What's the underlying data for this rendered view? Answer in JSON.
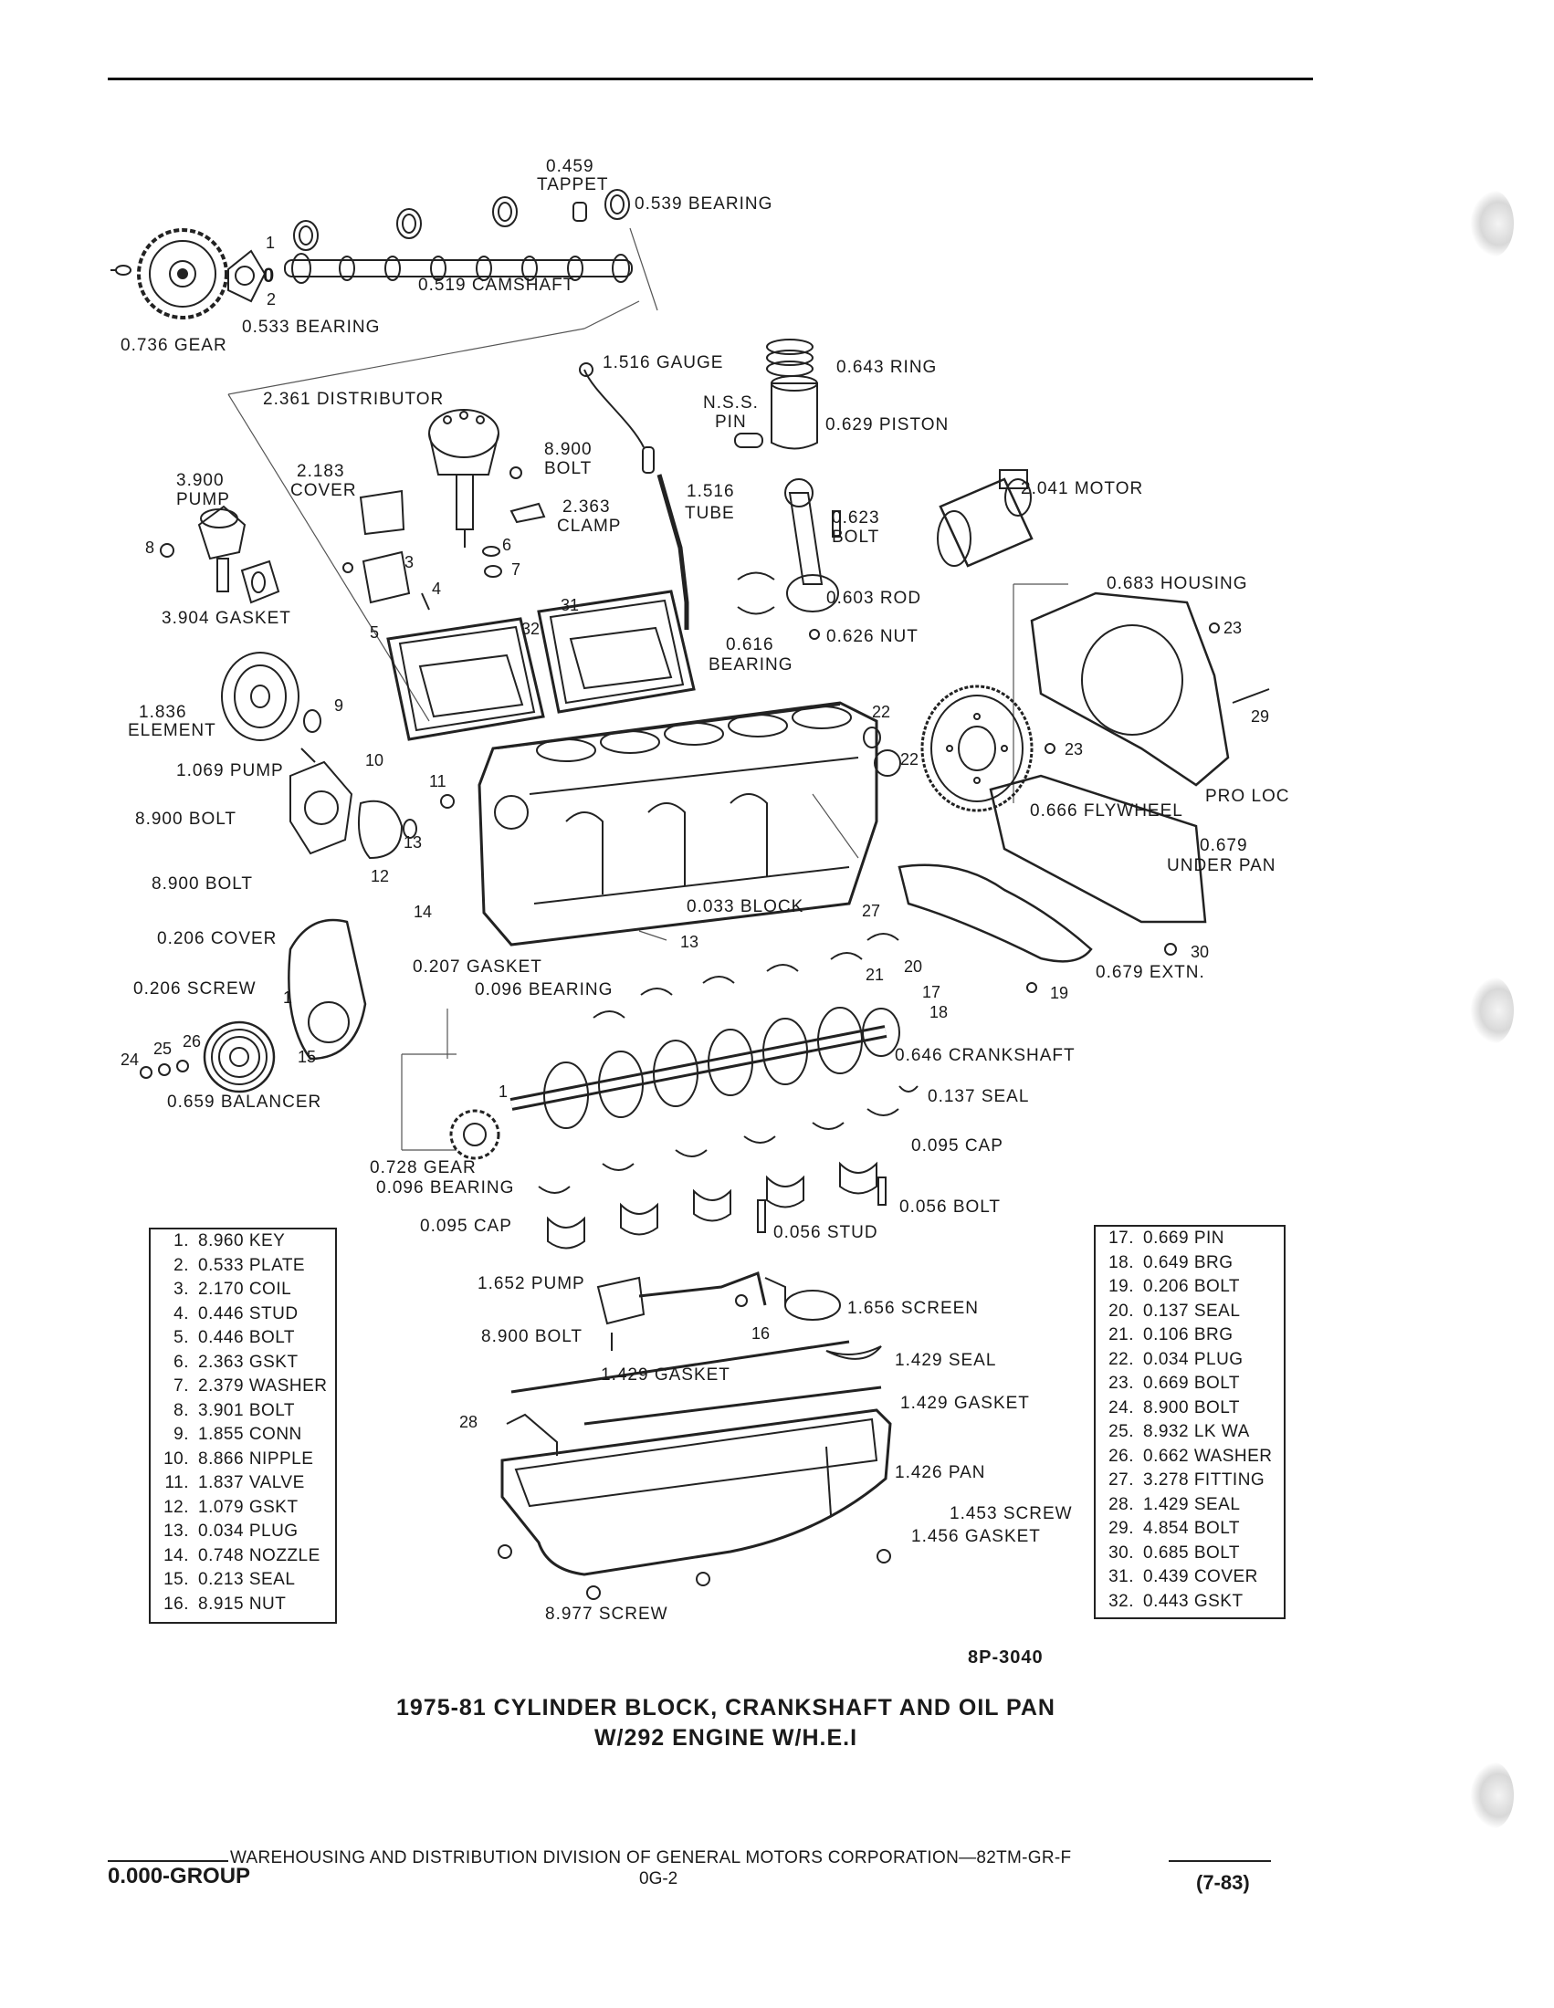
{
  "callouts": [
    {
      "id": "c1",
      "text": "0.459"
    },
    {
      "id": "c2",
      "text": "TAPPET"
    },
    {
      "id": "c3",
      "text": "0.539  BEARING"
    },
    {
      "id": "c4",
      "text": "0.519  CAMSHAFT"
    },
    {
      "id": "c5",
      "text": "0.533  BEARING"
    },
    {
      "id": "c6",
      "text": "0.736  GEAR"
    },
    {
      "id": "c7",
      "text": "1.516  GAUGE"
    },
    {
      "id": "c8",
      "text": "0.643  RING"
    },
    {
      "id": "c9",
      "text": "2.361  DISTRIBUTOR"
    },
    {
      "id": "c10",
      "text": "N.S.S."
    },
    {
      "id": "c11",
      "text": "PIN"
    },
    {
      "id": "c12",
      "text": "0.629  PISTON"
    },
    {
      "id": "c13",
      "text": "8.900"
    },
    {
      "id": "c14",
      "text": "BOLT"
    },
    {
      "id": "c15",
      "text": "3.900"
    },
    {
      "id": "c16",
      "text": "PUMP"
    },
    {
      "id": "c17",
      "text": "2.183"
    },
    {
      "id": "c18",
      "text": "COVER"
    },
    {
      "id": "c19",
      "text": "2.363"
    },
    {
      "id": "c20",
      "text": "CLAMP"
    },
    {
      "id": "c21",
      "text": "1.516"
    },
    {
      "id": "c22",
      "text": "TUBE"
    },
    {
      "id": "c23",
      "text": "2.041  MOTOR"
    },
    {
      "id": "c24",
      "text": "0.623"
    },
    {
      "id": "c25",
      "text": "BOLT"
    },
    {
      "id": "c26",
      "text": "0.603  ROD"
    },
    {
      "id": "c27",
      "text": "0.683  HOUSING"
    },
    {
      "id": "c28",
      "text": "3.904  GASKET"
    },
    {
      "id": "c29",
      "text": "0.616"
    },
    {
      "id": "c30",
      "text": "BEARING"
    },
    {
      "id": "c31",
      "text": "0.626  NUT"
    },
    {
      "id": "c32",
      "text": "1.836"
    },
    {
      "id": "c33",
      "text": "ELEMENT"
    },
    {
      "id": "c34",
      "text": "1.069  PUMP"
    },
    {
      "id": "c35",
      "text": "8.900  BOLT"
    },
    {
      "id": "c36",
      "text": "0.666  FLYWHEEL"
    },
    {
      "id": "c37",
      "text": "PRO LOC"
    },
    {
      "id": "c38",
      "text": "0.679"
    },
    {
      "id": "c39",
      "text": "UNDER PAN"
    },
    {
      "id": "c40",
      "text": "8.900  BOLT"
    },
    {
      "id": "c41",
      "text": "0.033  BLOCK"
    },
    {
      "id": "c42",
      "text": "0.206  COVER"
    },
    {
      "id": "c43",
      "text": "0.207  GASKET"
    },
    {
      "id": "c44",
      "text": "0.096  BEARING"
    },
    {
      "id": "c45",
      "text": "0.679  EXTN."
    },
    {
      "id": "c46",
      "text": "0.206  SCREW"
    },
    {
      "id": "c47",
      "text": "0.646  CRANKSHAFT"
    },
    {
      "id": "c48",
      "text": "0.659  BALANCER"
    },
    {
      "id": "c49",
      "text": "0.137  SEAL"
    },
    {
      "id": "c50",
      "text": "0.728  GEAR"
    },
    {
      "id": "c51",
      "text": "0.096  BEARING"
    },
    {
      "id": "c52",
      "text": "0.095  CAP"
    },
    {
      "id": "c53",
      "text": "0.095  CAP"
    },
    {
      "id": "c54",
      "text": "0.056  BOLT"
    },
    {
      "id": "c55",
      "text": "0.056  STUD"
    },
    {
      "id": "c56",
      "text": "1.652  PUMP"
    },
    {
      "id": "c57",
      "text": "1.656  SCREEN"
    },
    {
      "id": "c58",
      "text": "8.900  BOLT"
    },
    {
      "id": "c59",
      "text": "1.429  SEAL"
    },
    {
      "id": "c60",
      "text": "1.429  GASKET"
    },
    {
      "id": "c61",
      "text": "1.429  GASKET"
    },
    {
      "id": "c62",
      "text": "1.426  PAN"
    },
    {
      "id": "c63",
      "text": "1.453  SCREW"
    },
    {
      "id": "c64",
      "text": "1.456  GASKET"
    },
    {
      "id": "c65",
      "text": "8.977  SCREW"
    }
  ],
  "item_numbers": [
    {
      "id": "n1",
      "text": "1"
    },
    {
      "id": "n2",
      "text": "0"
    },
    {
      "id": "n3",
      "text": "2"
    },
    {
      "id": "n4",
      "text": "8"
    },
    {
      "id": "n5",
      "text": "3"
    },
    {
      "id": "n6",
      "text": "4"
    },
    {
      "id": "n7",
      "text": "6"
    },
    {
      "id": "n8",
      "text": "7"
    },
    {
      "id": "n9",
      "text": "31"
    },
    {
      "id": "n10",
      "text": "32"
    },
    {
      "id": "n11",
      "text": "5"
    },
    {
      "id": "n12",
      "text": "9"
    },
    {
      "id": "n13",
      "text": "10"
    },
    {
      "id": "n14",
      "text": "11"
    },
    {
      "id": "n15",
      "text": "13"
    },
    {
      "id": "n16",
      "text": "12"
    },
    {
      "id": "n17",
      "text": "22"
    },
    {
      "id": "n18",
      "text": "22"
    },
    {
      "id": "n19",
      "text": "23"
    },
    {
      "id": "n20",
      "text": "29"
    },
    {
      "id": "n21",
      "text": "23"
    },
    {
      "id": "n22",
      "text": "14"
    },
    {
      "id": "n23",
      "text": "27"
    },
    {
      "id": "n24",
      "text": "13"
    },
    {
      "id": "n25",
      "text": "21"
    },
    {
      "id": "n26",
      "text": "20"
    },
    {
      "id": "n27",
      "text": "17"
    },
    {
      "id": "n28",
      "text": "18"
    },
    {
      "id": "n29",
      "text": "19"
    },
    {
      "id": "n30",
      "text": "30"
    },
    {
      "id": "n31",
      "text": "1"
    },
    {
      "id": "n32",
      "text": "26"
    },
    {
      "id": "n33",
      "text": "25"
    },
    {
      "id": "n34",
      "text": "24"
    },
    {
      "id": "n35",
      "text": "15"
    },
    {
      "id": "n36",
      "text": "1"
    },
    {
      "id": "n37",
      "text": "16"
    },
    {
      "id": "n38",
      "text": "28"
    }
  ],
  "legend_left": [
    {
      "n": "1.",
      "part": "8.960 KEY"
    },
    {
      "n": "2.",
      "part": "0.533 PLATE"
    },
    {
      "n": "3.",
      "part": "2.170 COIL"
    },
    {
      "n": "4.",
      "part": "0.446 STUD"
    },
    {
      "n": "5.",
      "part": "0.446 BOLT"
    },
    {
      "n": "6.",
      "part": "2.363 GSKT"
    },
    {
      "n": "7.",
      "part": "2.379 WASHER"
    },
    {
      "n": "8.",
      "part": "3.901 BOLT"
    },
    {
      "n": "9.",
      "part": "1.855 CONN"
    },
    {
      "n": "10.",
      "part": "8.866 NIPPLE"
    },
    {
      "n": "11.",
      "part": "1.837 VALVE"
    },
    {
      "n": "12.",
      "part": "1.079 GSKT"
    },
    {
      "n": "13.",
      "part": "0.034 PLUG"
    },
    {
      "n": "14.",
      "part": "0.748 NOZZLE"
    },
    {
      "n": "15.",
      "part": "0.213 SEAL"
    },
    {
      "n": "16.",
      "part": "8.915 NUT"
    }
  ],
  "legend_right": [
    {
      "n": "17.",
      "part": "0.669 PIN"
    },
    {
      "n": "18.",
      "part": "0.649 BRG"
    },
    {
      "n": "19.",
      "part": "0.206 BOLT"
    },
    {
      "n": "20.",
      "part": "0.137 SEAL"
    },
    {
      "n": "21.",
      "part": "0.106 BRG"
    },
    {
      "n": "22.",
      "part": "0.034 PLUG"
    },
    {
      "n": "23.",
      "part": "0.669 BOLT"
    },
    {
      "n": "24.",
      "part": "8.900 BOLT"
    },
    {
      "n": "25.",
      "part": "8.932 LK WA"
    },
    {
      "n": "26.",
      "part": "0.662 WASHER"
    },
    {
      "n": "27.",
      "part": "3.278 FITTING"
    },
    {
      "n": "28.",
      "part": "1.429 SEAL"
    },
    {
      "n": "29.",
      "part": "4.854 BOLT"
    },
    {
      "n": "30.",
      "part": "0.685 BOLT"
    },
    {
      "n": "31.",
      "part": "0.439 COVER"
    },
    {
      "n": "32.",
      "part": "0.443 GSKT"
    }
  ],
  "figure_id": "8P-3040",
  "title_line1": "1975-81 CYLINDER BLOCK, CRANKSHAFT AND OIL PAN",
  "title_line2": "W/292 ENGINE W/H.E.I",
  "footer": {
    "division": "WAREHOUSING AND DISTRIBUTION  DIVISION OF GENERAL MOTORS CORPORATION—82TM-GR-F",
    "group": "0.000-GROUP",
    "page": "0G-2",
    "date": "(7-83)"
  }
}
